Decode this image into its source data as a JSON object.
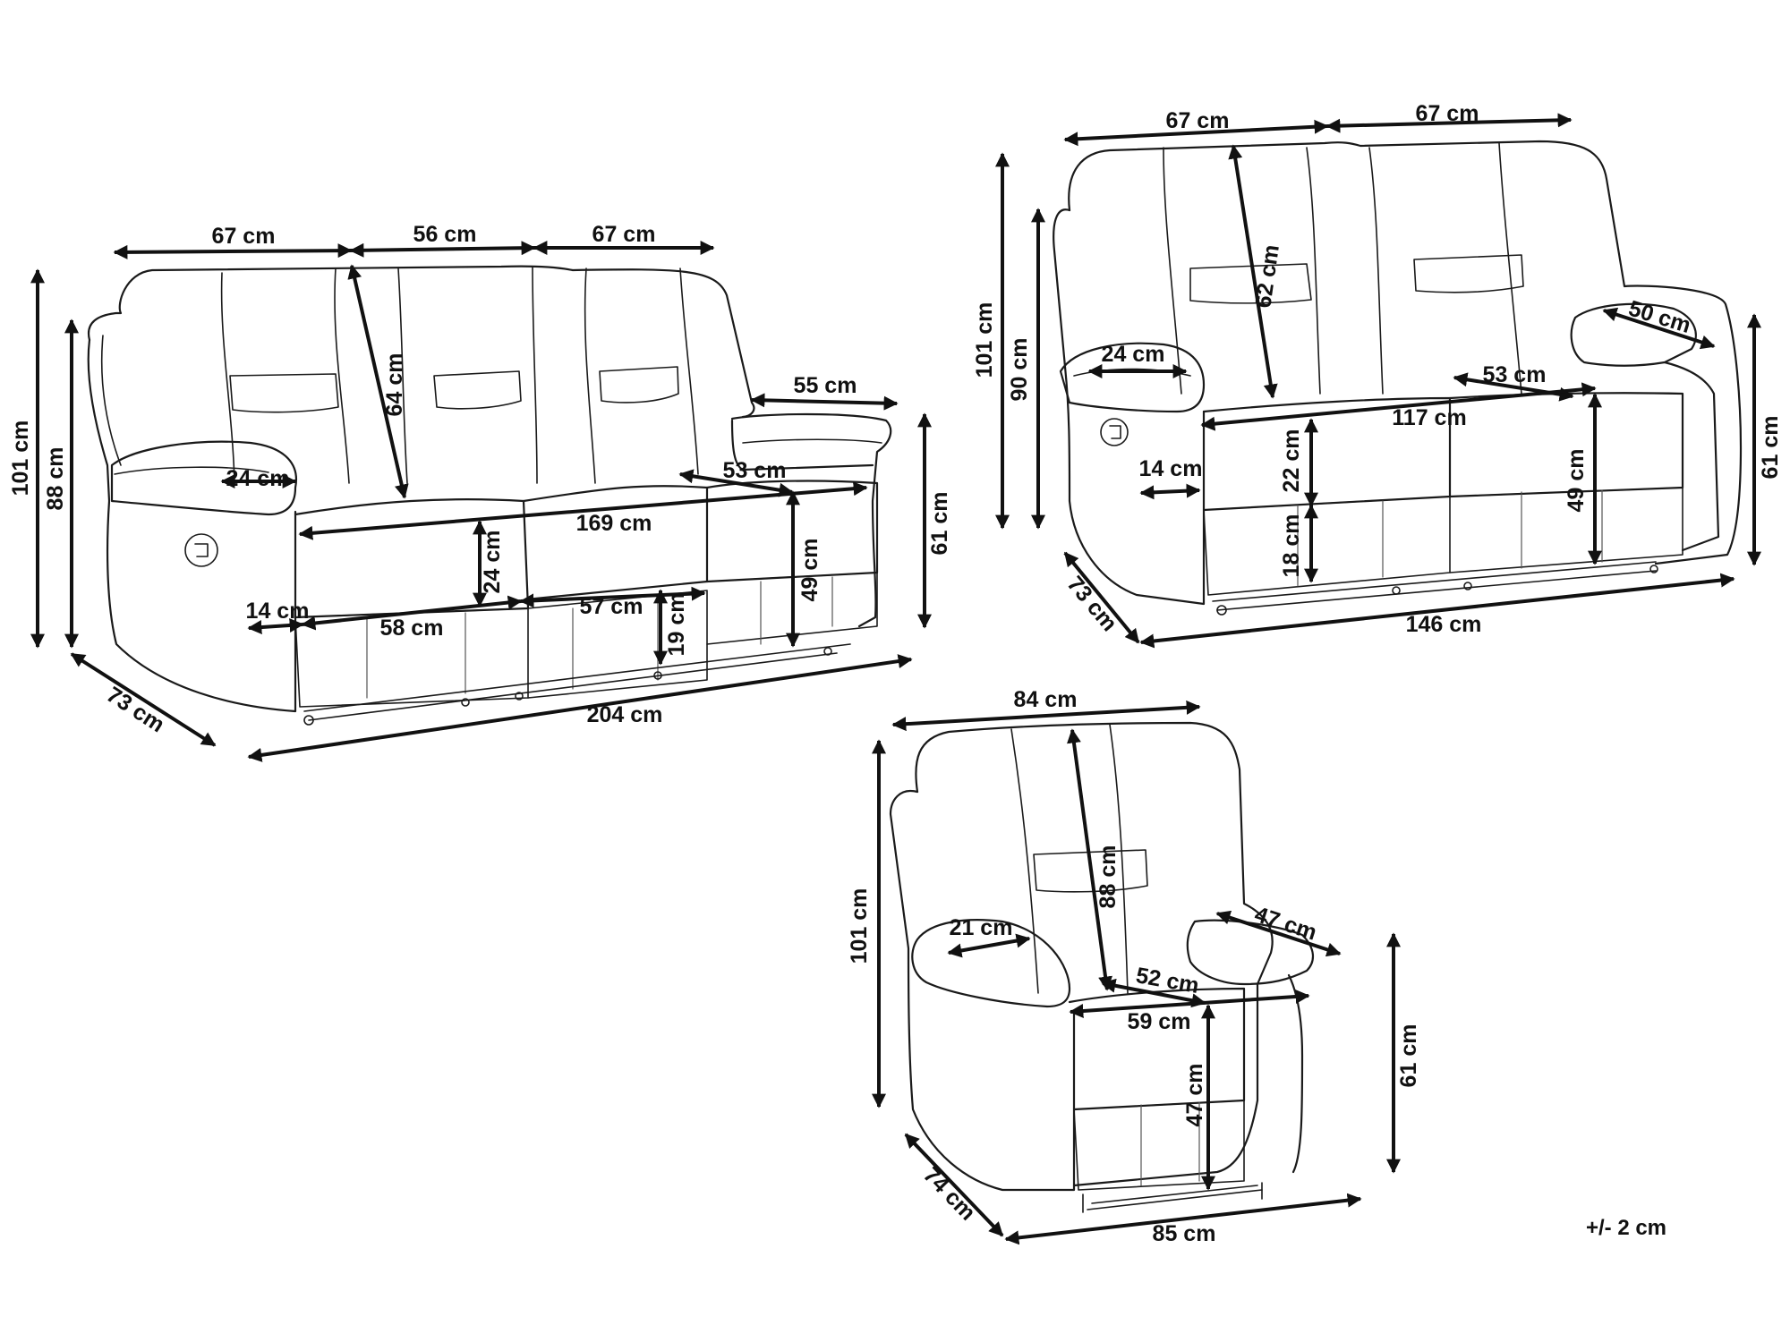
{
  "tolerance": "+/- 2 cm",
  "sofa_3_seater": {
    "seat_widths": [
      "67 cm",
      "56 cm",
      "67 cm"
    ],
    "height_total": "101 cm",
    "height_back": "88 cm",
    "backrest_height": "64 cm",
    "armrest_width": "24 cm",
    "armrest_depth": "55 cm",
    "seat_depth": "53 cm",
    "seat_width_total": "169 cm",
    "arm_gap": "14 cm",
    "seat_cushion_1_width": "58 cm",
    "seat_cushion_2_width": "57 cm",
    "cushion_thickness": "24 cm",
    "footrest_height": "19 cm",
    "seat_height": "49 cm",
    "arm_height": "61 cm",
    "depth": "73 cm",
    "width_total": "204 cm"
  },
  "sofa_2_seater": {
    "seat_widths": [
      "67 cm",
      "67 cm"
    ],
    "height_total": "101 cm",
    "height_back": "90 cm",
    "backrest_height": "62 cm",
    "armrest_width": "24 cm",
    "armrest_depth": "50 cm",
    "seat_depth": "53 cm",
    "seat_width_total": "117 cm",
    "arm_gap": "14 cm",
    "cushion_thickness": "22 cm",
    "footrest_height": "18 cm",
    "seat_height": "49 cm",
    "arm_height": "61 cm",
    "depth": "73 cm",
    "width_total": "146 cm"
  },
  "armchair": {
    "width_top": "84 cm",
    "height_total": "101 cm",
    "backrest_height": "88 cm",
    "armrest_width": "21 cm",
    "armrest_depth": "47 cm",
    "seat_depth": "52 cm",
    "seat_width": "59 cm",
    "seat_height": "47 cm",
    "arm_height": "61 cm",
    "depth": "74 cm",
    "width_total": "85 cm"
  }
}
